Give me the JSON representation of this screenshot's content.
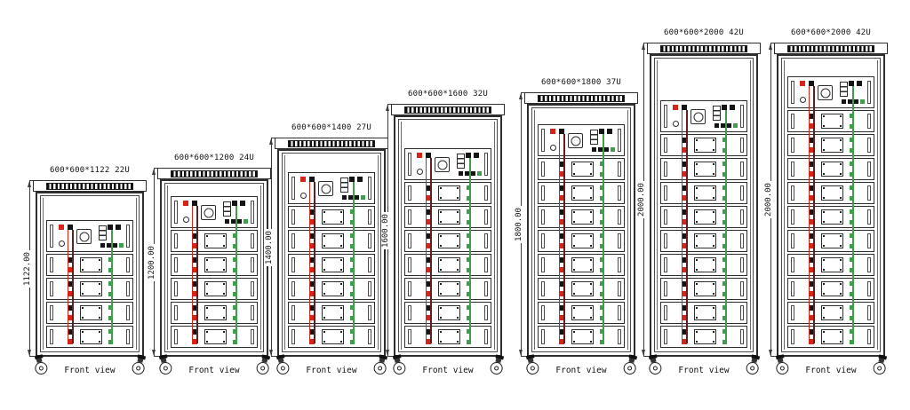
{
  "diagram": {
    "front_view_label": "Front view",
    "colors": {
      "line": "#2e2e2e",
      "red": "#d82418",
      "green": "#3f9e4c",
      "background": "#ffffff"
    },
    "cabinets": [
      {
        "size_label": "600*600*1122  22U",
        "height_label": "1122.00",
        "battery_modules": 4,
        "has_control_module": true,
        "top_gap": false
      },
      {
        "size_label": "600*600*1200  24U",
        "height_label": "1200.00",
        "battery_modules": 5,
        "has_control_module": true,
        "top_gap": false
      },
      {
        "size_label": "600*600*1400  27U",
        "height_label": "1400.00",
        "battery_modules": 6,
        "has_control_module": true,
        "top_gap": false
      },
      {
        "size_label": "600*600*1600  32U",
        "height_label": "1600.00",
        "battery_modules": 7,
        "has_control_module": true,
        "top_gap": false
      },
      {
        "size_label": "600*600*1800  37U",
        "height_label": "1800.00",
        "battery_modules": 8,
        "has_control_module": true,
        "top_gap": false
      },
      {
        "size_label": "600*600*2000  42U",
        "height_label": "2000.00",
        "battery_modules": 9,
        "has_control_module": true,
        "top_gap": true
      },
      {
        "size_label": "600*600*2000  42U",
        "height_label": "2000.00",
        "battery_modules": 10,
        "has_control_module": true,
        "top_gap": false
      }
    ]
  }
}
